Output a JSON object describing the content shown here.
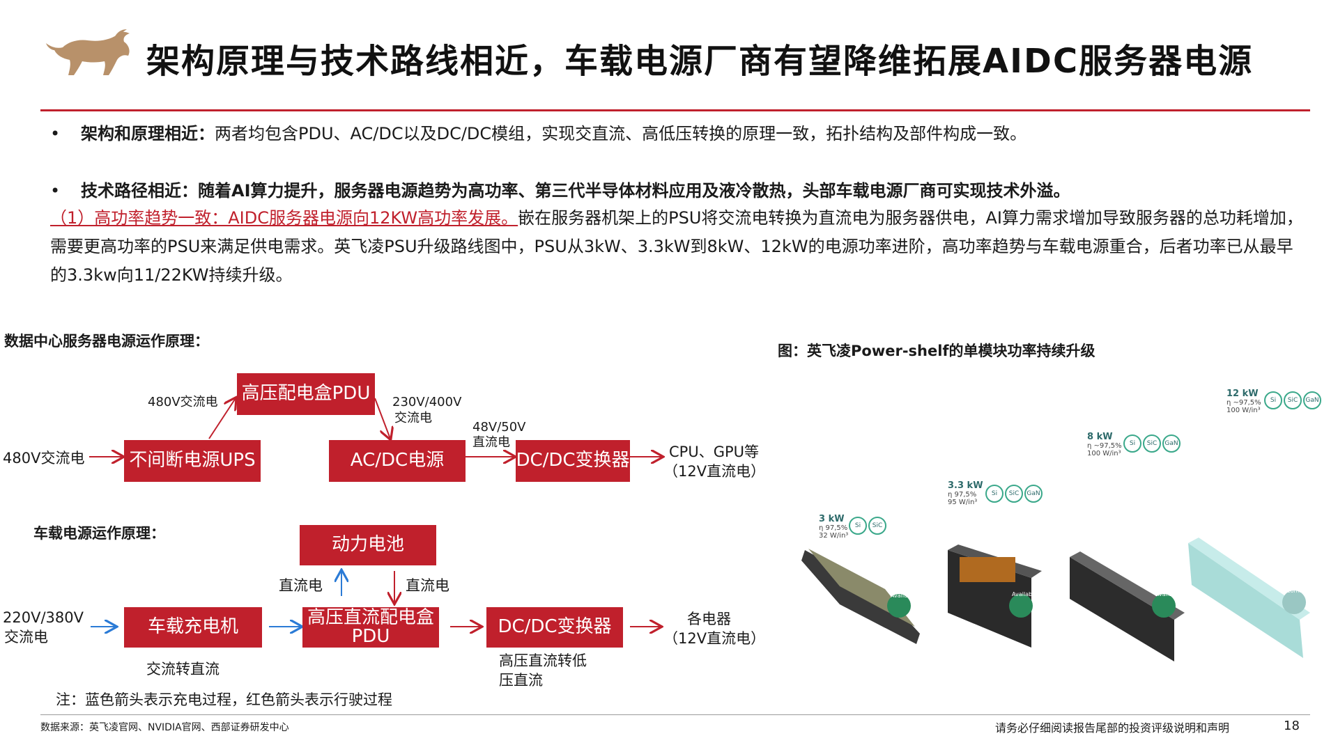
{
  "header": {
    "title": "架构原理与技术路线相近，车载电源厂商有望降维拓展AIDC服务器电源"
  },
  "bullets": {
    "b1_bold": "架构和原理相近：",
    "b1_text": "两者均包含PDU、AC/DC以及DC/DC模组，实现交直流、高低压转换的原理一致，拓扑结构及部件构成一致。",
    "b2_bold": "技术路径相近：随着AI算力提升，服务器电源趋势为高功率、第三代半导体材料应用及液冷散热，头部车载电源厂商可实现技术外溢。",
    "p_red": "（1）高功率趋势一致：AIDC服务器电源向12KW高功率发展。",
    "p_text": "嵌在服务器机架上的PSU将交流电转换为直流电为服务器供电，AI算力需求增加导致服务器的总功耗增加，需要更高功率的PSU来满足供电需求。英飞凌PSU升级路线图中，PSU从3kW、3.3kW到8kW、12kW的电源功率进阶，高功率趋势与车载电源重合，后者功率已从最早的3.3kw向11/22KW持续升级。"
  },
  "dc_diagram": {
    "title": "数据中心服务器电源运作原理：",
    "input": "480V交流电",
    "ups": "不间断电源UPS",
    "l_480": "480V交流电",
    "pdu": "高压配电盒PDU",
    "l_230_1": "230V/400V",
    "l_230_2": "交流电",
    "acdc": "AC/DC电源",
    "l_48_1": "48V/50V",
    "l_48_2": "直流电",
    "dcdc": "DC/DC变换器",
    "out1": "CPU、GPU等",
    "out2": "（12V直流电）"
  },
  "car_diagram": {
    "title": "车载电源运作原理：",
    "battery": "动力电池",
    "l_dc_up": "直流电",
    "l_dc_down": "直流电",
    "input1": "220V/380V",
    "input2": "交流电",
    "charger": "车载充电机",
    "charger_sub": "交流转直流",
    "pdu": "高压直流配电盒PDU",
    "dcdc": "DC/DC变换器",
    "dcdc_sub1": "高压直流转低",
    "dcdc_sub2": "压直流",
    "out1": "各电器",
    "out2": "（12V直流电）",
    "note": "注：蓝色箭头表示充电过程，红色箭头表示行驶过程"
  },
  "figure": {
    "caption": "图：英飞凌Power-shelf的单模块功率持续升级",
    "modules": [
      {
        "power": "3 kW",
        "eff": "η 97,5%",
        "dens": "32 W/in³",
        "chips": [
          "Si",
          "SiC"
        ],
        "status": "Available"
      },
      {
        "power": "3.3 kW",
        "eff": "η 97,5%",
        "dens": "95 W/in³",
        "chips": [
          "Si",
          "SiC",
          "GaN"
        ],
        "status": "Available"
      },
      {
        "power": "8 kW",
        "eff": "η ~97,5%",
        "dens": "100 W/in³",
        "chips": [
          "Si",
          "SiC",
          "GaN"
        ],
        "status": "Available"
      },
      {
        "power": "12 kW",
        "eff": "η ~97,5%",
        "dens": "100 W/in³",
        "chips": [
          "Si",
          "SiC",
          "GaN"
        ],
        "status": "Coming"
      }
    ]
  },
  "footer": {
    "source": "数据来源：英飞凌官网、NVIDIA官网、西部证券研发中心",
    "disclaimer": "请务必仔细阅读报告尾部的投资评级说明和声明",
    "page": "18"
  },
  "colors": {
    "accent_red": "#c0202c",
    "arrow_blue": "#2b7bd6",
    "logo_gold": "#b8916a"
  }
}
